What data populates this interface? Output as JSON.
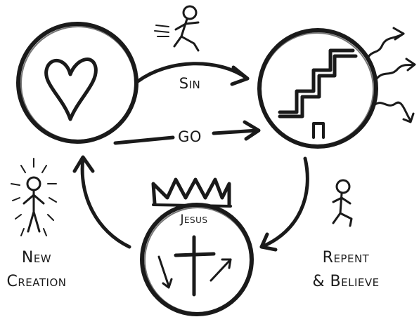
{
  "labels": {
    "sin": "Sin",
    "go": "GO",
    "jesus": "Jesus",
    "new_creation_line1": "New",
    "new_creation_line2": "Creation",
    "repent_line1": "Repent",
    "repent_line2": "& Believe"
  },
  "colors": {
    "ink": "#1a1a1a",
    "background": "#ffffff"
  },
  "icons": [
    "heart-icon",
    "broken-stairs-icon",
    "cross-icon",
    "crown-icon",
    "running-figure-icon",
    "radiant-figure-icon",
    "kneeling-figure-icon",
    "squiggle-arrows-icon"
  ]
}
